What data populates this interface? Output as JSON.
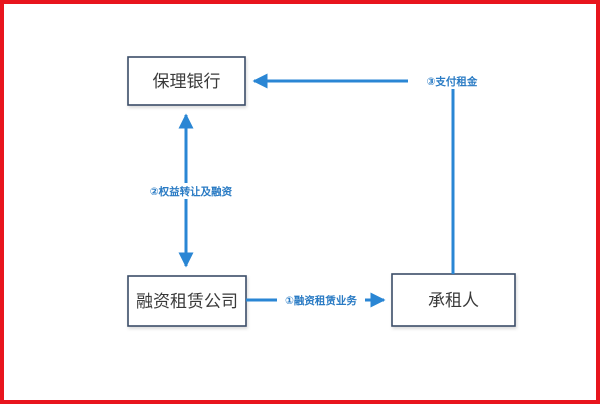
{
  "diagram": {
    "nodes": {
      "factoring_bank": "保理银行",
      "leasing_company": "融资租赁公司",
      "lessee": "承租人"
    },
    "edges": {
      "pay_rent": "③支付租金",
      "rights_transfer": "②权益转让及融资",
      "leasing_business": "①融资租赁业务"
    }
  },
  "colors": {
    "frame": "#e8151d",
    "arrow": "#2a86d4",
    "box_border": "#3b4e68",
    "label": "#2a7bc4"
  }
}
